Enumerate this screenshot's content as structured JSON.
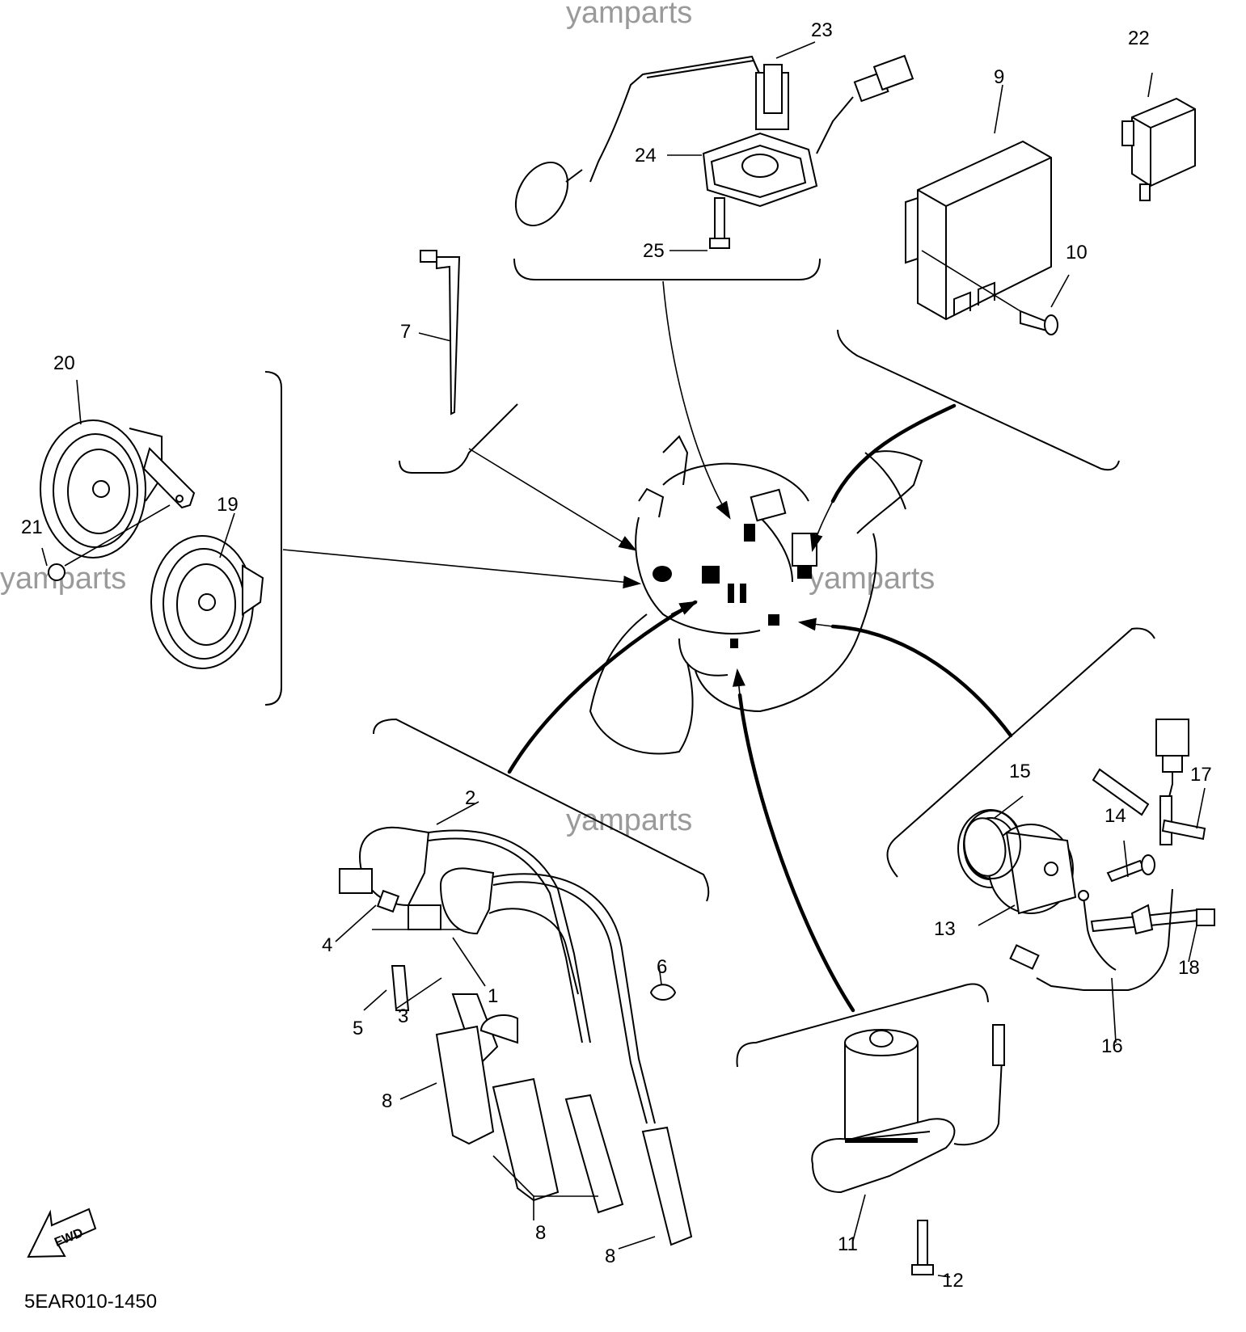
{
  "diagram": {
    "code": "5EAR010-1450",
    "watermark": "yamparts",
    "fwd_label": "FWD",
    "callouts": [
      "1",
      "2",
      "3",
      "4",
      "5",
      "6",
      "7",
      "8",
      "9",
      "10",
      "11",
      "12",
      "13",
      "14",
      "15",
      "16",
      "17",
      "18",
      "19",
      "20",
      "21",
      "22",
      "23",
      "24",
      "25"
    ]
  }
}
